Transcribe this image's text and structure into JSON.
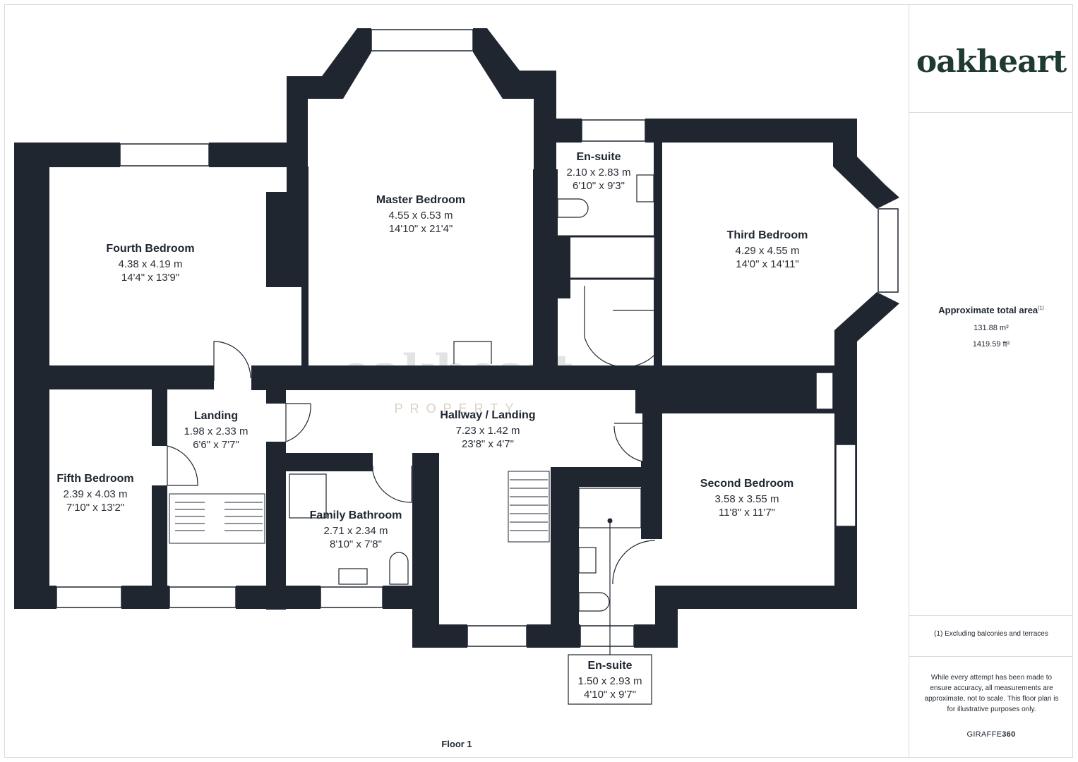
{
  "brand": {
    "logo": "oakheart",
    "watermark_main": "oakheart",
    "watermark_sub": "PROPERTY"
  },
  "area": {
    "title": "Approximate total area",
    "title_note": "(1)",
    "metric": "131.88 m²",
    "imperial": "1419.59 ft²",
    "footnote": "(1) Excluding balconies and terraces"
  },
  "disclaimer": "While every attempt has been made to ensure accuracy, all measurements are approximate, not to scale. This floor plan is for illustrative purposes only.",
  "provider": {
    "prefix": "GIRAFFE",
    "suffix": "360"
  },
  "floor_label": "Floor 1",
  "colors": {
    "wall": "#1f2630",
    "accent": "#1f3a33",
    "frame": "#d9dbde"
  },
  "rooms": [
    {
      "name": "Fourth Bedroom",
      "metric": "4.38 x 4.19 m",
      "imperial": "14'4\" x 13'9\""
    },
    {
      "name": "Master Bedroom",
      "metric": "4.55 x 6.53 m",
      "imperial": "14'10\" x 21'4\""
    },
    {
      "name": "En-suite",
      "metric": "2.10 x 2.83 m",
      "imperial": "6'10\" x 9'3\""
    },
    {
      "name": "Third Bedroom",
      "metric": "4.29 x 4.55 m",
      "imperial": "14'0\" x 14'11\""
    },
    {
      "name": "Landing",
      "metric": "1.98 x 2.33 m",
      "imperial": "6'6\" x 7'7\""
    },
    {
      "name": "Hallway / Landing",
      "metric": "7.23 x 1.42 m",
      "imperial": "23'8\" x 4'7\""
    },
    {
      "name": "Fifth Bedroom",
      "metric": "2.39 x 4.03 m",
      "imperial": "7'10\" x 13'2\""
    },
    {
      "name": "Family Bathroom",
      "metric": "2.71 x 2.34 m",
      "imperial": "8'10\" x 7'8\""
    },
    {
      "name": "Second Bedroom",
      "metric": "3.58 x 3.55 m",
      "imperial": "11'8\" x 11'7\""
    },
    {
      "name": "En-suite",
      "metric": "1.50 x 2.93 m",
      "imperial": "4'10\" x 9'7\""
    }
  ]
}
